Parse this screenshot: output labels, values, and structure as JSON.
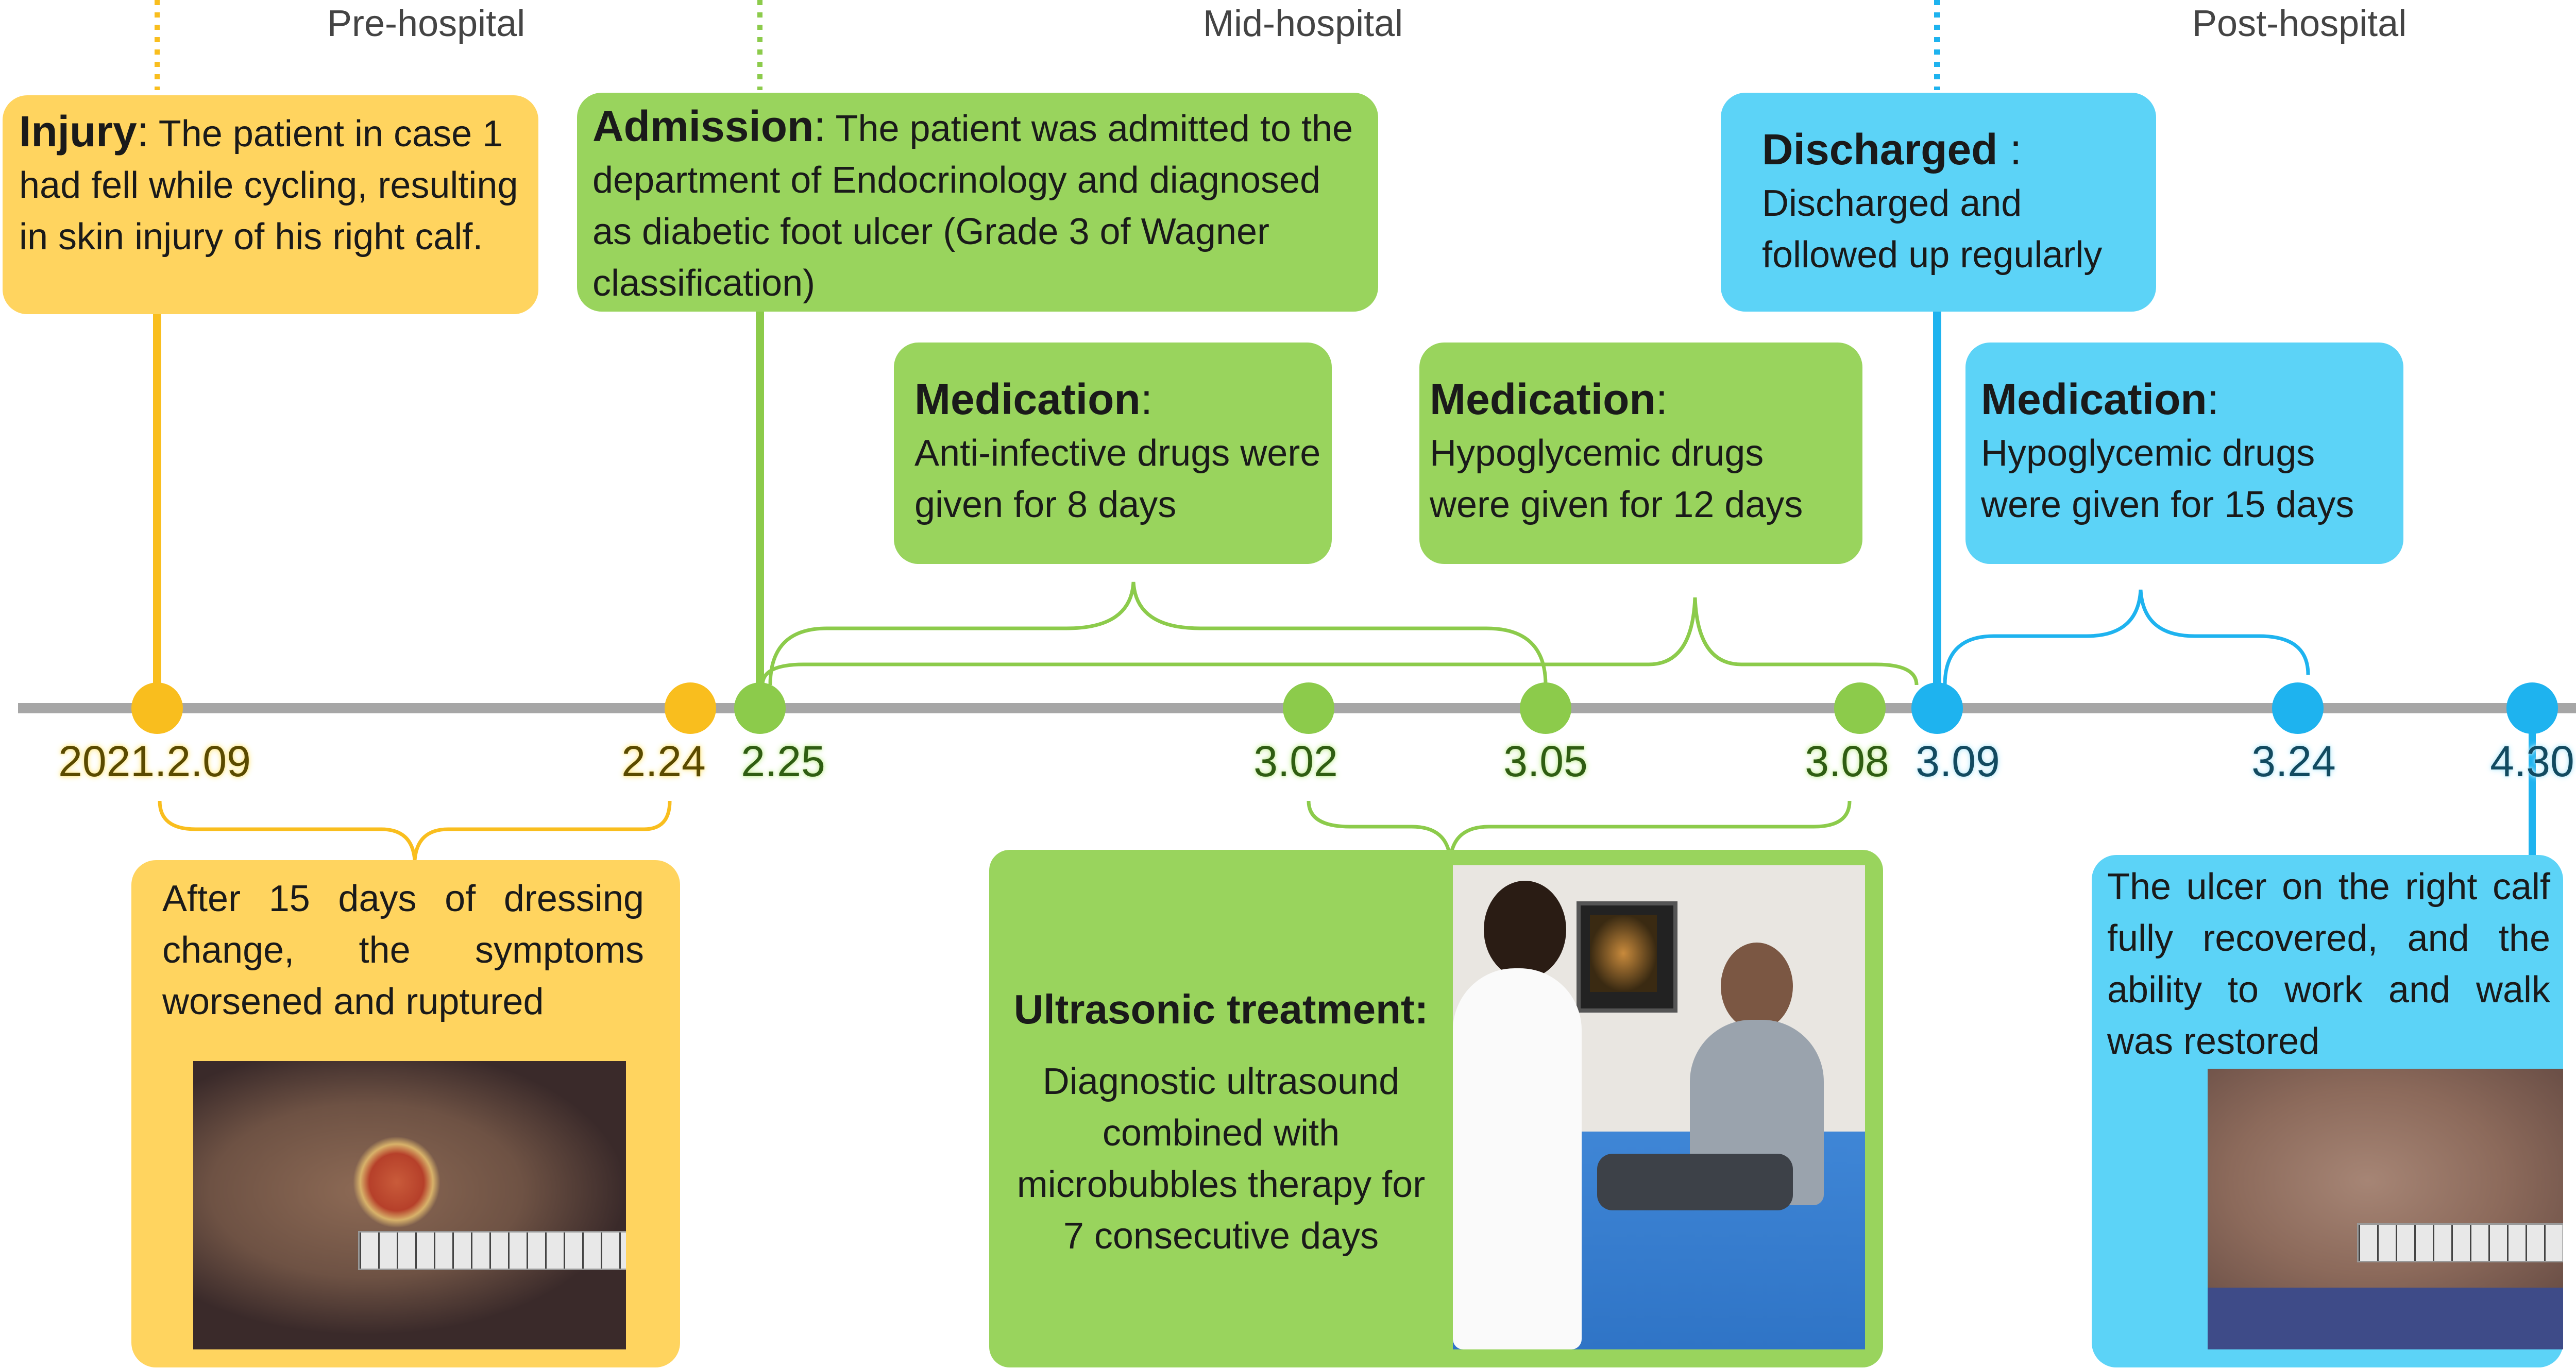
{
  "phases": {
    "pre": "Pre-hospital",
    "mid": "Mid-hospital",
    "post": "Post-hospital"
  },
  "boxes": {
    "injury": {
      "title": "Injury",
      "text": "The patient in case 1 had fell while cycling, resulting in skin injury of his right calf."
    },
    "admission": {
      "title": "Admission",
      "text": "The patient was admitted to the department of Endocrinology  and diagnosed as diabetic foot ulcer (Grade 3 of Wagner classification)"
    },
    "discharged": {
      "title": "Discharged",
      "text": "Discharged and followed up regularly"
    },
    "med_anti_infective": {
      "title": "Medication",
      "text": "Anti-infective drugs were given for 8 days"
    },
    "med_hypo_12": {
      "title": "Medication",
      "text": "Hypoglycemic  drugs were given for 12 days"
    },
    "med_hypo_15": {
      "title": "Medication",
      "text": "Hypoglycemic  drugs were given for 15 days"
    },
    "dressing": {
      "text": "After 15 days of dressing change, the symptoms worsened and ruptured"
    },
    "ultrasonic": {
      "title": "Ultrasonic treatment",
      "text": "Diagnostic ultrasound combined with microbubbles therapy for 7 consecutive days"
    },
    "recovered": {
      "text": "The ulcer on the right calf fully recovered, and the ability to work and walk was restored"
    }
  },
  "dates": [
    {
      "id": "d0209",
      "label": "2021.2.09",
      "phase": "pre"
    },
    {
      "id": "d0224",
      "label": "2.24",
      "phase": "pre"
    },
    {
      "id": "d0225",
      "label": "2.25",
      "phase": "mid"
    },
    {
      "id": "d0302",
      "label": "3.02",
      "phase": "mid"
    },
    {
      "id": "d0305",
      "label": "3.05",
      "phase": "mid"
    },
    {
      "id": "d0308",
      "label": "3.08",
      "phase": "mid"
    },
    {
      "id": "d0309",
      "label": "3.09",
      "phase": "post"
    },
    {
      "id": "d0324",
      "label": "3.24",
      "phase": "post"
    },
    {
      "id": "d0430",
      "label": "4.30",
      "phase": "post"
    }
  ],
  "colors": {
    "pre": "#FFD45F",
    "pre_line": "#F9BE1E",
    "mid": "#99D45D",
    "mid_line": "#8CCB4B",
    "post": "#5CD3F7",
    "post_line": "#1EB3EF",
    "axis": "#A6A6A6"
  }
}
